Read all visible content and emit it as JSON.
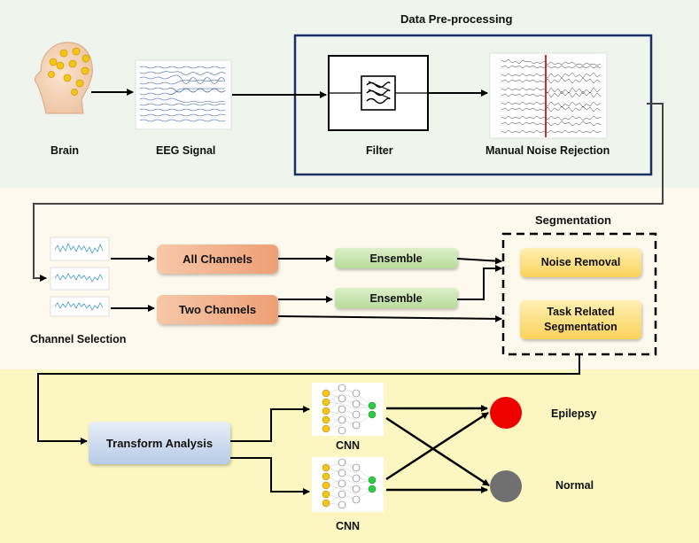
{
  "stages": {
    "preprocessing_title": "Data Pre-processing",
    "segmentation_title": "Segmentation"
  },
  "nodes": {
    "brain": "Brain",
    "eeg_signal": "EEG Signal",
    "filter": "Filter",
    "manual_noise_rejection": "Manual Noise Rejection",
    "channel_selection": "Channel Selection",
    "all_channels": "All Channels",
    "two_channels": "Two Channels",
    "ensemble_1": "Ensemble",
    "ensemble_2": "Ensemble",
    "noise_removal": "Noise Removal",
    "task_related_line1": "Task Related",
    "task_related_line2": "Segmentation",
    "transform_analysis": "Transform Analysis",
    "cnn_1": "CNN",
    "cnn_2": "CNN",
    "epilepsy": "Epilepsy",
    "normal": "Normal"
  },
  "colors": {
    "band_preprocessing": "#eff4ec",
    "band_segmentation": "#fdf9ec",
    "band_classification": "#fcf7c0",
    "preprocessing_border": "#1a2f66",
    "epilepsy_node": "#ee0000",
    "normal_node": "#707070",
    "electrode": "#f5c518",
    "eeg_trace": "#2e56a8",
    "channel_trace": "#2a8fbf",
    "rejection_marker": "#c8302a"
  }
}
